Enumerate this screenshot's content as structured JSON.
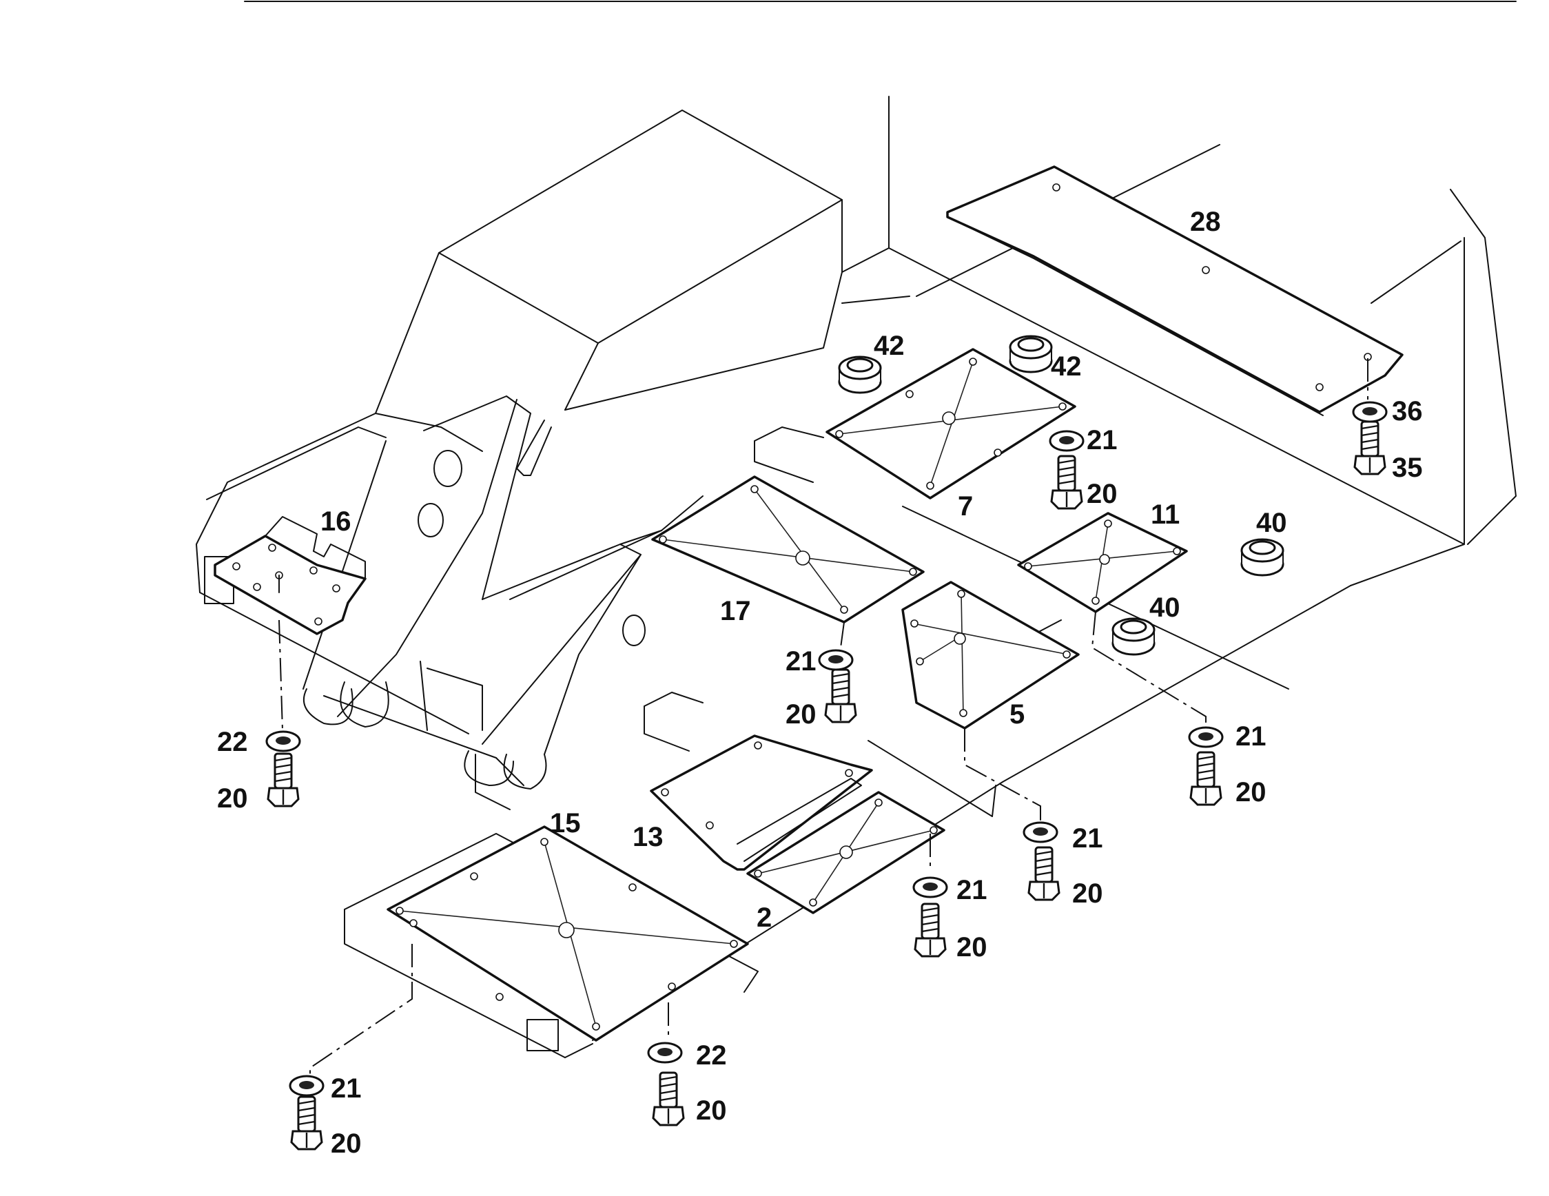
{
  "callouts": {
    "c16": "16",
    "c28": "28",
    "c42a": "42",
    "c42b": "42",
    "c21_top": "21",
    "c20_top": "20",
    "c7": "7",
    "c11": "11",
    "c40a": "40",
    "c40b": "40",
    "c36": "36",
    "c35": "35",
    "c17": "17",
    "c21_mid": "21",
    "c20_mid": "20",
    "c5": "5",
    "c22_left": "22",
    "c20_left": "20",
    "c21_right": "21",
    "c20_right": "20",
    "c15": "15",
    "c13": "13",
    "c2": "2",
    "c21_c": "21",
    "c20_c": "20",
    "c21_d": "21",
    "c20_d": "20",
    "c22_bot": "22",
    "c20_bot": "20",
    "c21_botleft": "21",
    "c20_botleft": "20"
  },
  "icons": {
    "washer": "washer-icon",
    "bolt": "bolt-icon",
    "rubber_mount": "rubber-mount-icon"
  }
}
